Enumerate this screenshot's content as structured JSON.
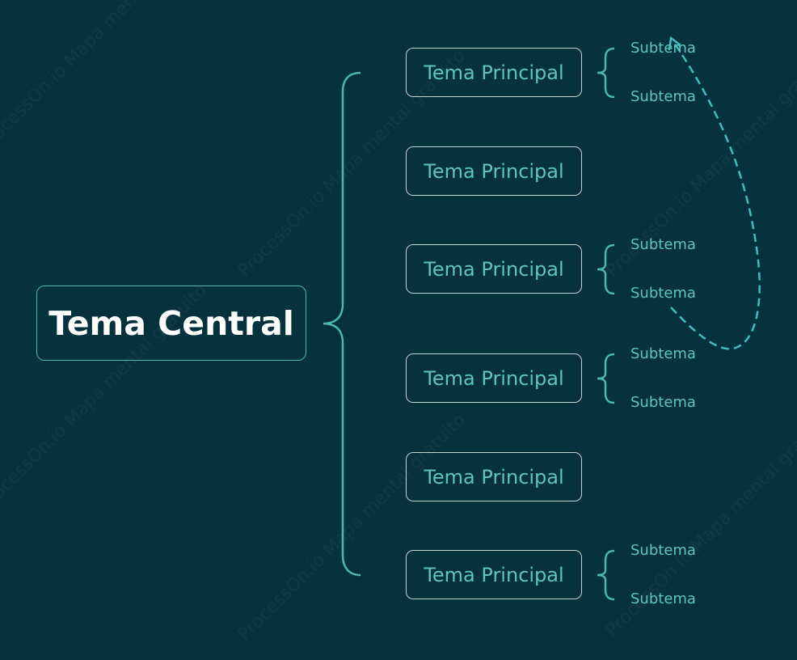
{
  "central_topic": "Tema Central",
  "main_topics": [
    {
      "label": "Tema Principal",
      "subtopics": [
        "Subtema",
        "Subtema"
      ]
    },
    {
      "label": "Tema Principal",
      "subtopics": []
    },
    {
      "label": "Tema Principal",
      "subtopics": [
        "Subtema",
        "Subtema"
      ]
    },
    {
      "label": "Tema Principal",
      "subtopics": [
        "Subtema",
        "Subtema"
      ]
    },
    {
      "label": "Tema Principal",
      "subtopics": []
    },
    {
      "label": "Tema Principal",
      "subtopics": [
        "Subtema",
        "Subtema"
      ]
    }
  ],
  "watermark": "ProcessOn.io Mapa mental gratuito",
  "colors": {
    "background": "#06323d",
    "accent": "#4cb8b0",
    "topic_border": "#c6d3d3",
    "topic_text": "#5fc4bc",
    "central_text": "#ffffff"
  },
  "relationship": {
    "style": "dashed",
    "from": "Subtema",
    "to": "Subtema"
  }
}
